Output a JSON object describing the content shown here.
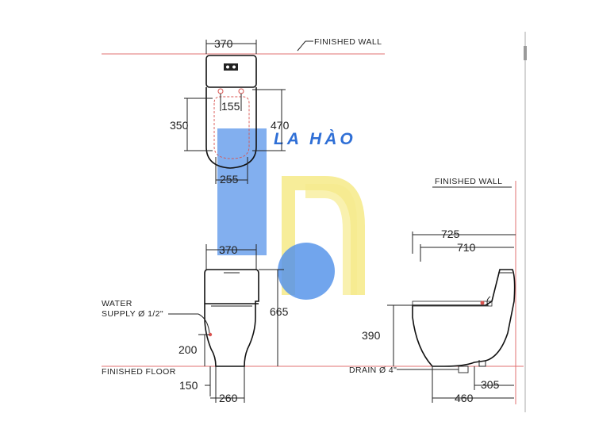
{
  "labels": {
    "finished_wall_top": "FINISHED WALL",
    "finished_wall_side": "FINISHED WALL",
    "water_supply_line1": "WATER",
    "water_supply_line2": "SUPPLY Ø 1/2\"",
    "finished_floor": "FINISHED FLOOR",
    "drain": "DRAIN Ø 4\""
  },
  "dimensions": {
    "top_width": "370",
    "inlet_spacing": "155",
    "seat_depth_left": "350",
    "seat_depth_right": "470",
    "seat_width": "255",
    "front_width": "370",
    "total_height": "665",
    "supply_height": "200",
    "supply_offset": "150",
    "base_width": "260",
    "side_length_total": "725",
    "side_length_inner": "710",
    "seat_height": "390",
    "base_depth": "460",
    "drain_offset": "305"
  },
  "watermark": {
    "text": "LA HÀO",
    "blue": "#3b82e6",
    "yellow": "#f5e87a"
  },
  "colors": {
    "wall_line": "#e07070",
    "outline": "#222222"
  }
}
